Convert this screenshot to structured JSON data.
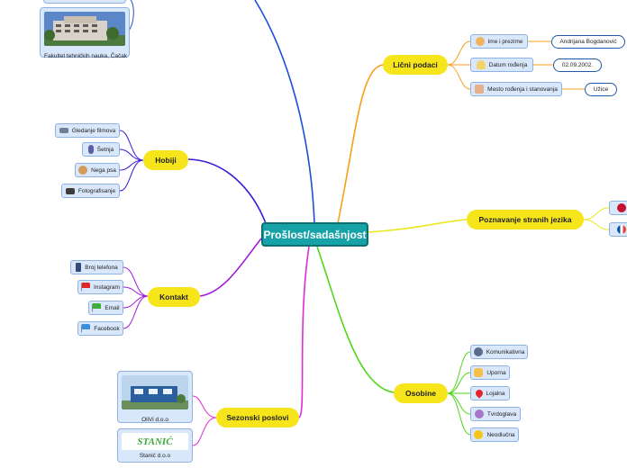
{
  "central": "Prošlost/sadašnjost",
  "branches": {
    "licni": {
      "title": "Lični podaci",
      "items": [
        {
          "label": "Ime i prezime",
          "value": "Andrijana Bogdanović"
        },
        {
          "label": "Datum rođenja",
          "value": "02.09.2002."
        },
        {
          "label": "Mesto rođenja i stanovanja",
          "value": "Užice"
        }
      ]
    },
    "jezici": {
      "title": "Poznavanje stranih jezika"
    },
    "osobine": {
      "title": "Osobine",
      "items": [
        "Komunikativna",
        "Uporna",
        "Lojalna",
        "Tvrdoglava",
        "Neodlučna"
      ]
    },
    "sezonski": {
      "title": "Sezonski poslovi",
      "items": [
        "OliVi d.o.o",
        "Stanić d.o.o"
      ],
      "logo_text": "STANIĆ"
    },
    "kontakt": {
      "title": "Kontakt",
      "items": [
        "Broj telefona",
        "Instagram",
        "Email",
        "Facebook"
      ]
    },
    "hobiji": {
      "title": "Hobiji",
      "items": [
        "Gledanje filmova",
        "Šetnja",
        "Nega psa",
        "Fotografisanje"
      ]
    },
    "skola": {
      "caption": "Fakultet tehničkih nauka, Čačak"
    }
  },
  "colors": {
    "licni": "#f6a01a",
    "jezici": "#e8e81a",
    "osobine": "#4fd61c",
    "sezonski": "#e02ad8",
    "kontakt": "#a21ad8",
    "hobiji": "#3b1ad8",
    "skola": "#1a4fd8",
    "leaf_bg": "#d9e7fb",
    "main_bg": "#f7e51b",
    "central_bg": "#17a2a7"
  }
}
